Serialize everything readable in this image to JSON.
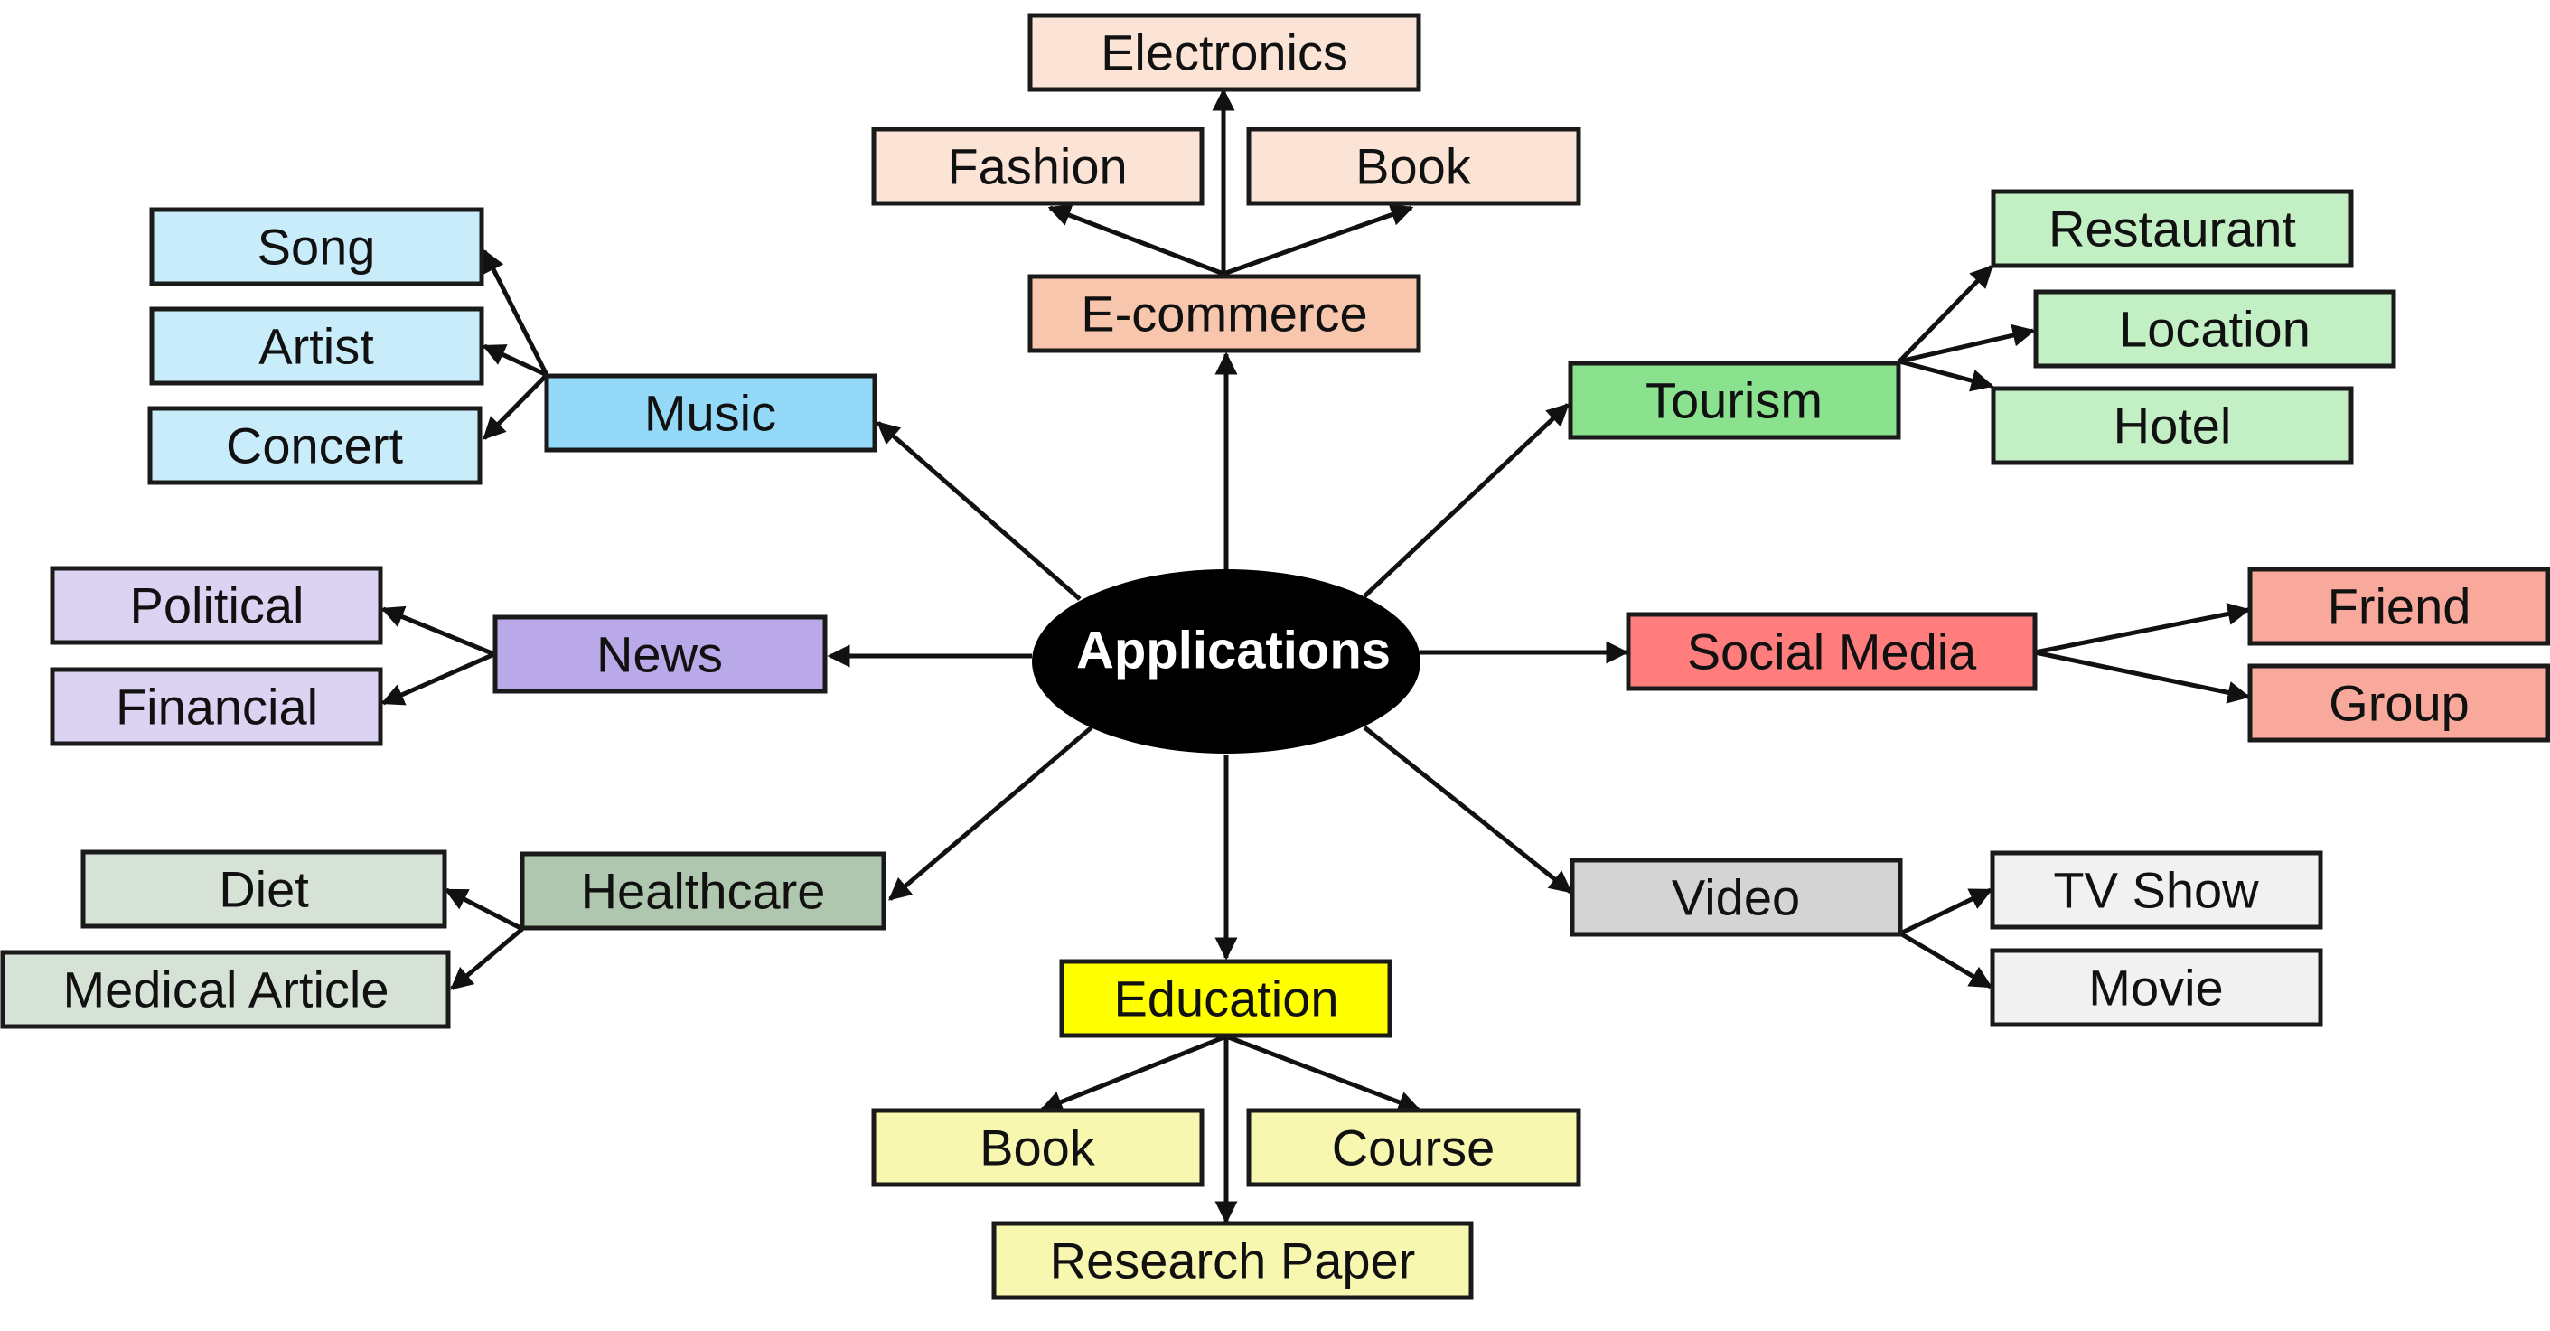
{
  "hub": {
    "label": "Applications",
    "color": "#000000"
  },
  "categories": {
    "ecommerce": {
      "label": "E-commerce",
      "color": "#f7c6ad",
      "child_color": "#fbe3d6",
      "children": [
        {
          "label": "Electronics"
        },
        {
          "label": "Fashion"
        },
        {
          "label": "Book"
        }
      ]
    },
    "music": {
      "label": "Music",
      "color": "#94d9f7",
      "child_color": "#c9ecfa",
      "children": [
        {
          "label": "Song"
        },
        {
          "label": "Artist"
        },
        {
          "label": "Concert"
        }
      ]
    },
    "tourism": {
      "label": "Tourism",
      "color": "#8ae28f",
      "child_color": "#c2efc4",
      "children": [
        {
          "label": "Restaurant"
        },
        {
          "label": "Location"
        },
        {
          "label": "Hotel"
        }
      ]
    },
    "news": {
      "label": "News",
      "color": "#b9a9e8",
      "child_color": "#dcd3f3",
      "children": [
        {
          "label": "Political"
        },
        {
          "label": "Financial"
        }
      ]
    },
    "social": {
      "label": "Social Media",
      "color": "#ff7d7d",
      "child_color": "#f8a99b",
      "children": [
        {
          "label": "Friend"
        },
        {
          "label": "Group"
        }
      ]
    },
    "healthcare": {
      "label": "Healthcare",
      "color": "#b0c7af",
      "child_color": "#d7e2d6",
      "children": [
        {
          "label": "Diet"
        },
        {
          "label": "Medical Article"
        }
      ]
    },
    "video": {
      "label": "Video",
      "color": "#d4d4d4",
      "child_color": "#f1f1f1",
      "children": [
        {
          "label": "TV Show"
        },
        {
          "label": "Movie"
        }
      ]
    },
    "education": {
      "label": "Education",
      "color": "#ffff00",
      "child_color": "#f7f7b0",
      "children": [
        {
          "label": "Book"
        },
        {
          "label": "Course"
        },
        {
          "label": "Research Paper"
        }
      ]
    }
  }
}
